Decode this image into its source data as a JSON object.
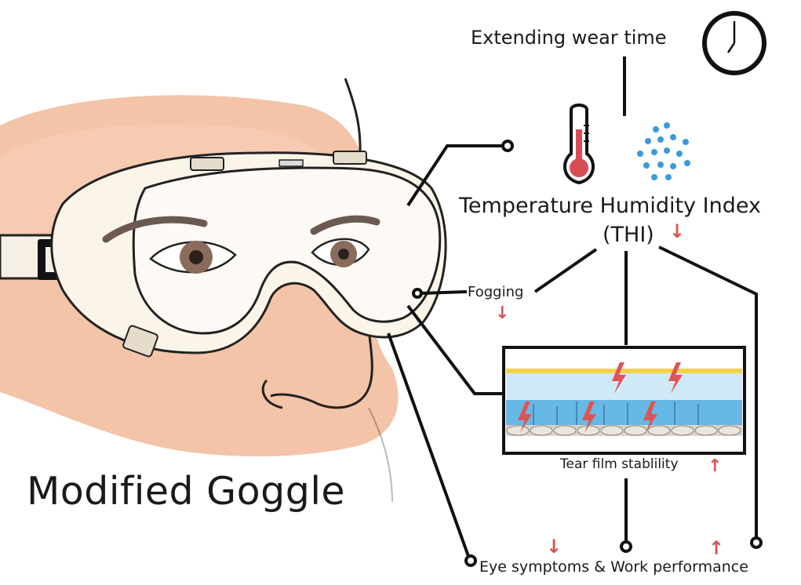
{
  "title": "Modified Goggle",
  "labels": {
    "wear_time": "Extending wear time",
    "thi_line1": "Temperature Humidity Index",
    "thi_line2": "(THI)",
    "fogging": "Fogging",
    "tear_film": "Tear film stablility",
    "outcome": "Eye symptoms & Work performance"
  },
  "arrows": {
    "thi": "↓",
    "fogging": "↓",
    "tear_film": "↑",
    "eye_symptoms": "↓",
    "work_performance": "↑"
  },
  "colors": {
    "skin": "#f2c2a6",
    "arrow": "#d9534f",
    "thermometer": "#d84d55",
    "droplets": "#3a9ad9",
    "tear_lipid": "#f5d04a",
    "tear_aqueous": "#bfe3f2",
    "tear_mucin": "#5fb4e3"
  },
  "icons": [
    "clock-icon",
    "thermometer-icon",
    "humidity-droplets-icon",
    "lightning-icon"
  ]
}
